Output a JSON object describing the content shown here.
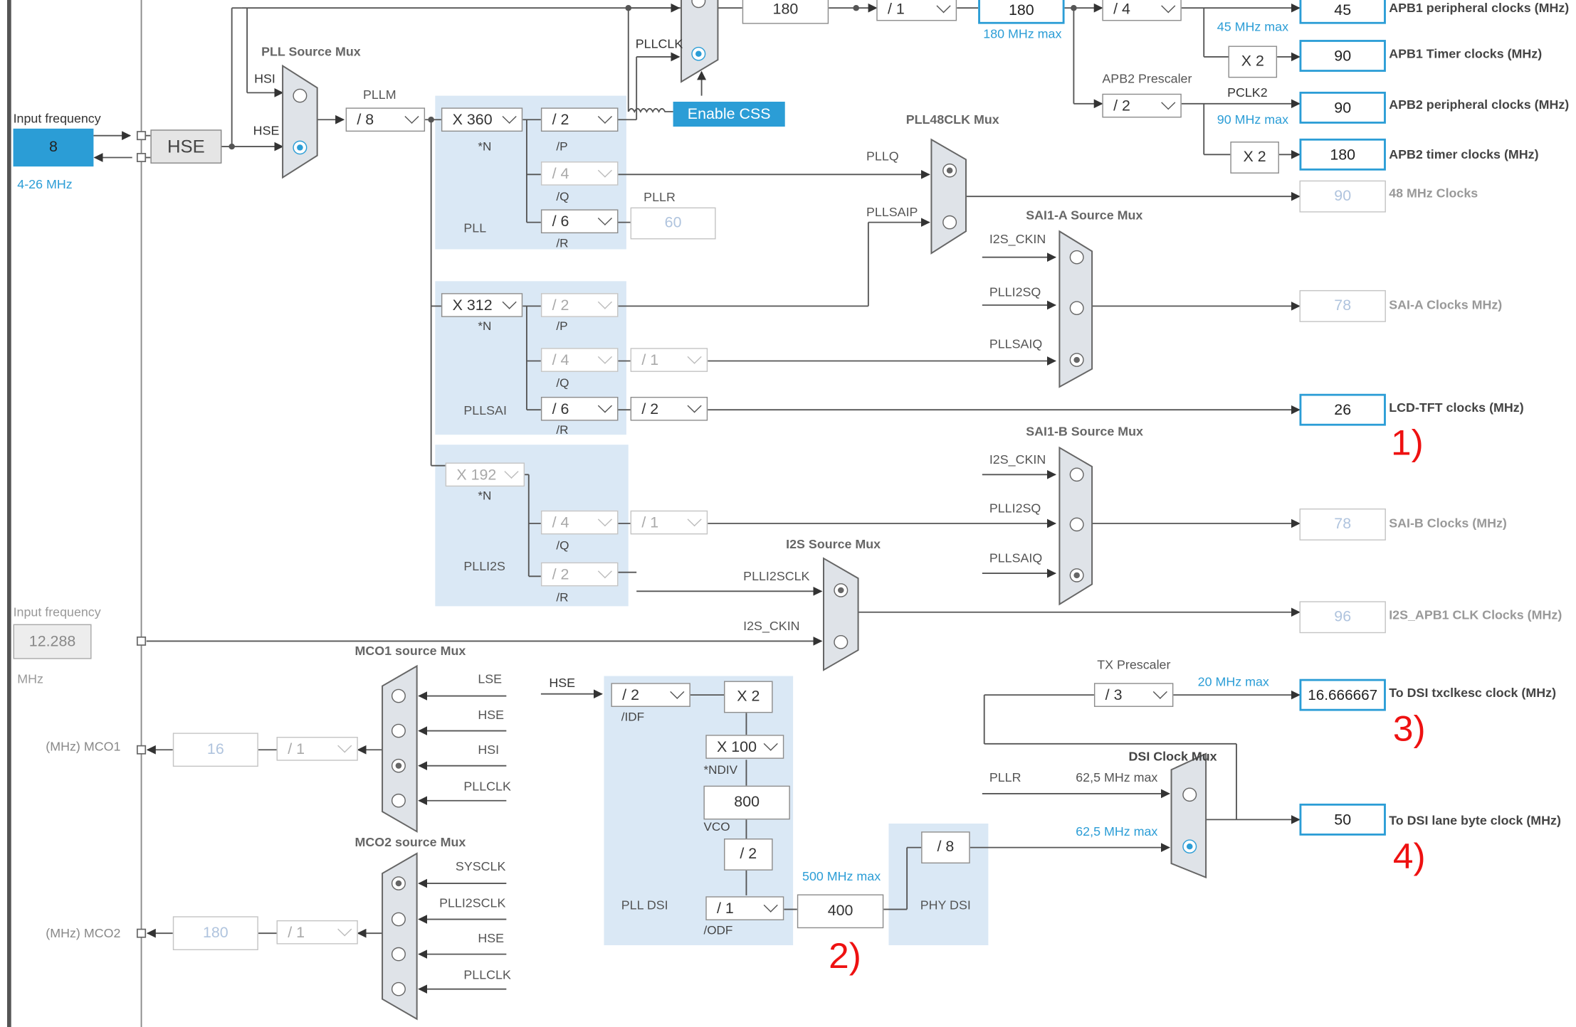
{
  "input_hse": {
    "label": "Input frequency",
    "value": "8",
    "range": "4-26 MHz",
    "name": "HSE"
  },
  "input_i2s": {
    "label": "Input frequency",
    "value": "12.288",
    "unit": "MHz"
  },
  "pll_source_mux": {
    "title": "PLL Source Mux",
    "hsi": "HSI",
    "hse": "HSE"
  },
  "pllm": {
    "label": "PLLM",
    "value": "/ 8"
  },
  "pll": {
    "name": "PLL",
    "n": "X 360",
    "n_sub": "*N",
    "p": "/ 2",
    "p_sub": "/P",
    "q": "/ 4",
    "q_sub": "/Q",
    "r": "/ 6",
    "r_sub": "/R",
    "pllr_label": "PLLR",
    "pllr_value": "60"
  },
  "pllclk_label": "PLLCLK",
  "enable_css": "Enable CSS",
  "sysclk_row": {
    "v1": "180",
    "ahb": "/ 1",
    "hclk": "180",
    "hclk_max": "180 MHz max"
  },
  "apb1": {
    "prescaler": "/ 4",
    "max": "45 MHz max",
    "periph_value": "45",
    "periph_label": "APB1 peripheral clocks (MHz)",
    "timer_mult": "X 2",
    "timer_value": "90",
    "timer_label": "APB1 Timer clocks (MHz)"
  },
  "apb2": {
    "prescaler_label": "APB2 Prescaler",
    "prescaler": "/ 2",
    "pclk2": "PCLK2",
    "max": "90 MHz max",
    "periph_value": "90",
    "periph_label": "APB2 peripheral clocks (MHz)",
    "timer_mult": "X 2",
    "timer_value": "180",
    "timer_label": "APB2 timer clocks (MHz)"
  },
  "pll48": {
    "title": "PLL48CLK Mux",
    "pllq": "PLLQ",
    "pllsaip": "PLLSAIP",
    "value": "90",
    "label": "48 MHz Clocks"
  },
  "sai1a": {
    "title": "SAI1-A Source Mux",
    "in1": "I2S_CKIN",
    "in2": "PLLI2SQ",
    "in3": "PLLSAIQ",
    "value": "78",
    "label": "SAI-A Clocks MHz)"
  },
  "pllsai": {
    "name": "PLLSAI",
    "n": "X 312",
    "n_sub": "*N",
    "p": "/ 2",
    "p_sub": "/P",
    "q": "/ 4",
    "q_sub": "/Q",
    "q_div": "/ 1",
    "r": "/ 6",
    "r_sub": "/R",
    "r_div": "/ 2"
  },
  "lcd": {
    "value": "26",
    "label": "LCD-TFT clocks (MHz)",
    "marker": "1)"
  },
  "sai1b": {
    "title": "SAI1-B Source Mux",
    "in1": "I2S_CKIN",
    "in2": "PLLI2SQ",
    "in3": "PLLSAIQ",
    "value": "78",
    "label": "SAI-B Clocks (MHz)"
  },
  "plli2s": {
    "name": "PLLI2S",
    "n": "X 192",
    "n_sub": "*N",
    "q": "/ 4",
    "q_sub": "/Q",
    "q_div": "/ 1",
    "r": "/ 2",
    "r_sub": "/R"
  },
  "i2s_mux": {
    "title": "I2S Source Mux",
    "in1": "PLLI2SCLK",
    "in2": "I2S_CKIN",
    "value": "96",
    "label": "I2S_APB1 CLK Clocks (MHz)"
  },
  "mco1": {
    "title": "MCO1 source Mux",
    "in1": "LSE",
    "in2": "HSE",
    "in3": "HSI",
    "in4": "PLLCLK",
    "div": "/ 1",
    "value": "16",
    "label": "(MHz) MCO1"
  },
  "mco2": {
    "title": "MCO2 source Mux",
    "in1": "SYSCLK",
    "in2": "PLLI2SCLK",
    "in3": "HSE",
    "in4": "PLLCLK",
    "div": "/ 1",
    "value": "180",
    "label": "(MHz) MCO2"
  },
  "pll_dsi": {
    "hse": "HSE",
    "idf": "/ 2",
    "idf_sub": "/IDF",
    "x2": "X 2",
    "ndiv": "X 100",
    "ndiv_sub": "*NDIV",
    "vco": "800",
    "vco_sub": "VCO",
    "div2": "/ 2",
    "name": "PLL DSI",
    "odf": "/ 1",
    "odf_sub": "/ODF",
    "out": "400",
    "out_max": "500 MHz max",
    "marker": "2)"
  },
  "phy_dsi": {
    "div": "/ 8",
    "name": "PHY DSI"
  },
  "tx": {
    "title": "TX Prescaler",
    "div": "/ 3",
    "max": "20 MHz max",
    "value": "16.666667",
    "label": "To DSI txclkesc clock (MHz)",
    "marker": "3)"
  },
  "dsi_mux": {
    "title": "DSI Clock Mux",
    "pllr": "PLLR",
    "max1": "62,5 MHz max",
    "max2": "62,5 MHz max",
    "value": "50",
    "label": "To DSI lane byte clock (MHz)",
    "marker": "4)"
  }
}
